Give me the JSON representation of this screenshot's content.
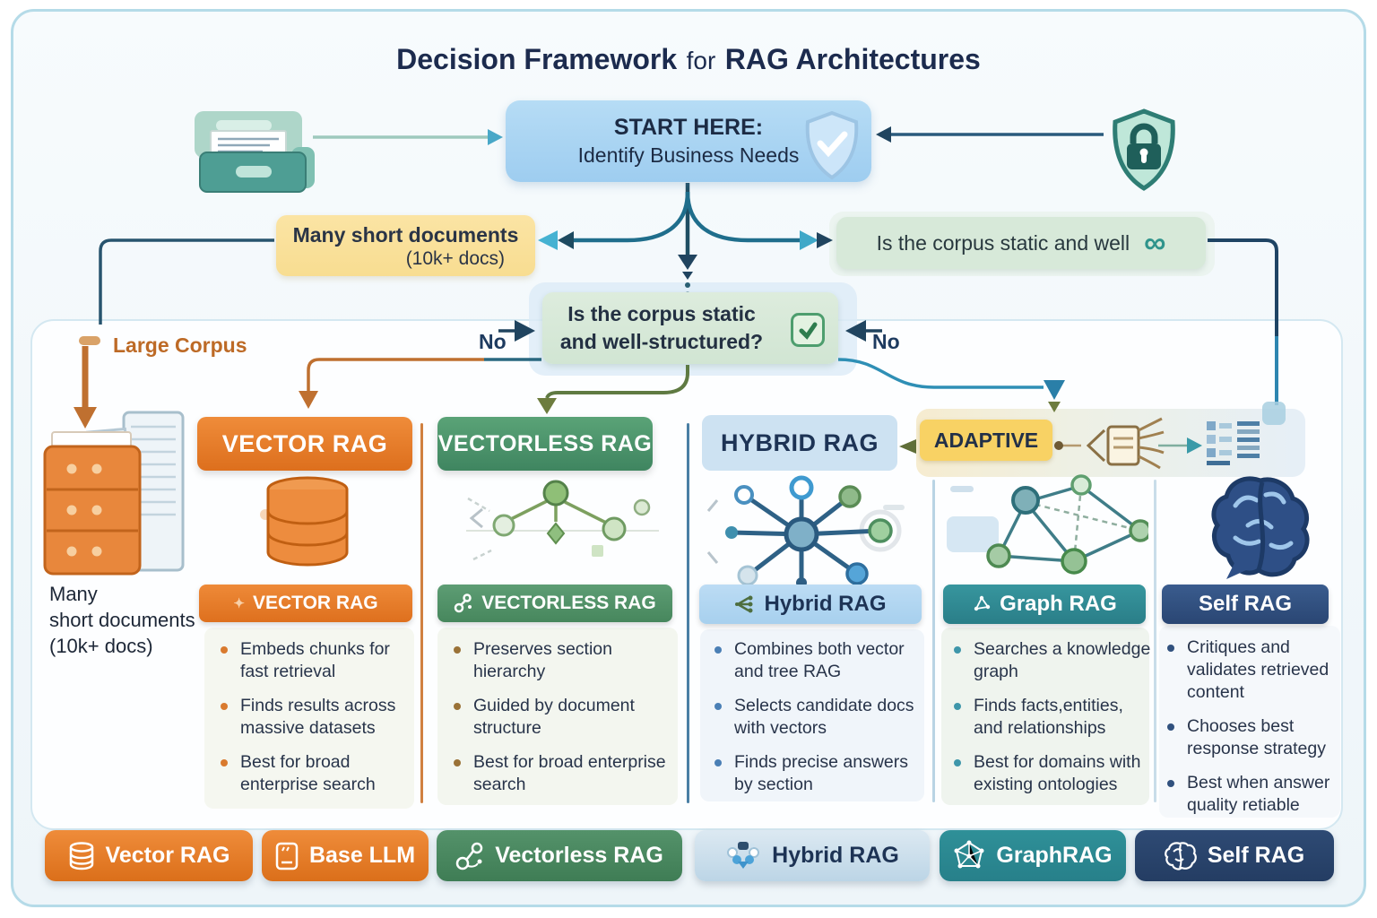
{
  "title": {
    "part1": "Decision Framework",
    "part2": "for",
    "part3": "RAG Architectures"
  },
  "start_box": {
    "line1": "START HERE:",
    "line2": "Identify Business Needs",
    "icon": "shield-check-icon"
  },
  "branch_left_box": {
    "line1": "Many short documents",
    "line2": "(10k+ docs)"
  },
  "branch_right_box": {
    "label": "Is the corpus static and well",
    "icon": "infinity-icon",
    "infinity_glyph": "∞"
  },
  "decision_box": {
    "line1": "Is the corpus static",
    "line2": "and well-structured?",
    "icon": "checkbox-icon"
  },
  "labels": {
    "no_left": "No",
    "no_right": "No",
    "large_corpus": "Large Corpus"
  },
  "left_note": {
    "line1": "Many",
    "line2": "short documents",
    "line3": "(10k+ docs)"
  },
  "adaptive": {
    "label": "ADAPTIVE",
    "icons": [
      "document-fan-icon",
      "list-icon"
    ]
  },
  "columns": [
    {
      "id": "vector",
      "header": "VECTOR RAG",
      "chip": "VECTOR RAG",
      "color": "#e1782a",
      "bullets": [
        "Embeds chunks for fast retrieval",
        "Finds results across massive datasets",
        "Best for broad enterprise search"
      ]
    },
    {
      "id": "vectorless",
      "header": "VECTORLESS RAG",
      "chip": "VECTORLESS RAG",
      "color": "#4d9166",
      "bullets": [
        "Preserves section hierarchy",
        "Guided by document structure",
        "Best for broad enterprise search"
      ]
    },
    {
      "id": "hybrid",
      "header": "HYBRID RAG",
      "chip": "Hybrid RAG",
      "color": "#aed6f0",
      "bullets": [
        "Combines both vector and tree RAG",
        "Selects candidate docs with vectors",
        "Finds precise answers by section"
      ]
    },
    {
      "id": "graph",
      "header": "",
      "chip": "Graph RAG",
      "color": "#2f8e96",
      "bullets": [
        "Searches a knowledge graph",
        "Finds facts,entities, and relationships",
        "Best for domains with existing ontologies"
      ]
    },
    {
      "id": "self",
      "header": "",
      "chip": "Self RAG",
      "color": "#31517e",
      "bullets": [
        "Critiques and validates retrieved content",
        "Chooses best response strategy",
        "Best when answer quality retiable"
      ]
    }
  ],
  "legend": [
    {
      "label": "Vector RAG",
      "icon": "database-icon",
      "bg": "#e0772a"
    },
    {
      "label": "Base LLM",
      "icon": "document-icon",
      "bg": "#e0772a"
    },
    {
      "label": "Vectorless RAG",
      "icon": "flow-icon",
      "bg": "#4d8a5f"
    },
    {
      "label": "Hybrid RAG",
      "icon": "network-icon",
      "bg": "#c9dcea"
    },
    {
      "label": "GraphRAG",
      "icon": "graph-icon",
      "bg": "#2e8e94"
    },
    {
      "label": "Self RAG",
      "icon": "brain-icon",
      "bg": "#27406b"
    }
  ],
  "colors": {
    "title": "#1c2b4e",
    "start_blue": "#a9d4f0",
    "branch_yellow": "#fae3a0",
    "decision_green": "#d8eadb",
    "adaptive_yellow": "#f8d264",
    "arrow_teal": "#2f8fb5",
    "arrow_navy": "#1f3a5c",
    "arrow_orange": "#bf7030",
    "arrow_olive": "#6d7c3e"
  }
}
